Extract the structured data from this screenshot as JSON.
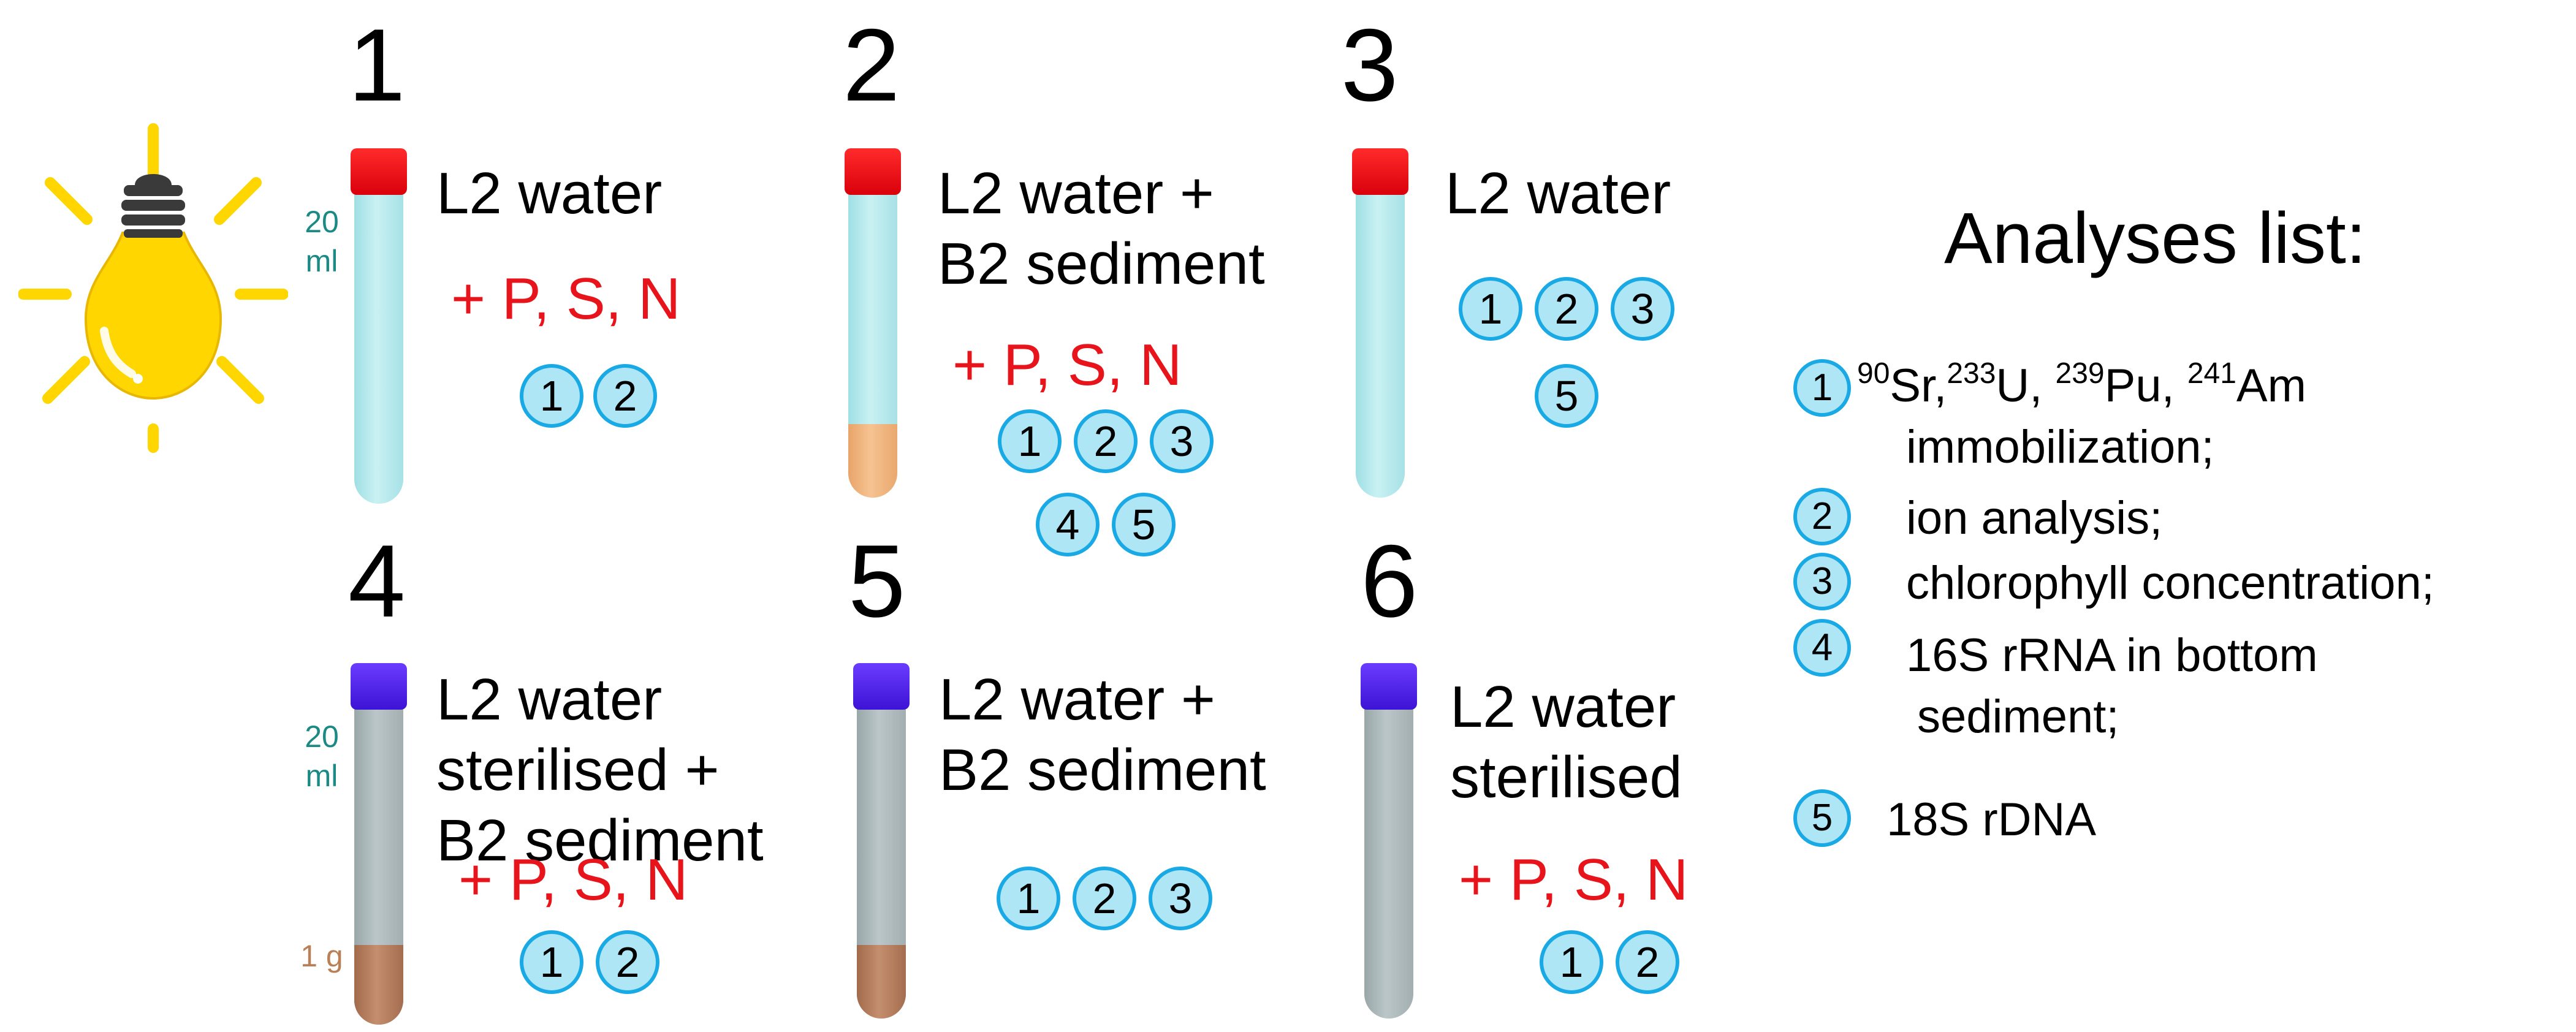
{
  "experiments": [
    {
      "number": "1",
      "label_lines": [
        "L2 water"
      ],
      "additives": "+ P, S, N",
      "volume_lines": [
        "20",
        "ml"
      ],
      "sediment_mass": "",
      "analyses": [
        "1",
        "2"
      ]
    },
    {
      "number": "2",
      "label_lines": [
        "L2 water +",
        "B2 sediment"
      ],
      "additives": "+ P, S, N",
      "volume_lines": [],
      "sediment_mass": "",
      "analyses": [
        "1",
        "2",
        "3",
        "4",
        "5"
      ]
    },
    {
      "number": "3",
      "label_lines": [
        "L2 water"
      ],
      "additives": "",
      "volume_lines": [],
      "sediment_mass": "",
      "analyses": [
        "1",
        "2",
        "3",
        "5"
      ]
    },
    {
      "number": "4",
      "label_lines": [
        "L2 water",
        "sterilised +",
        "B2 sediment"
      ],
      "additives": "+ P, S, N",
      "volume_lines": [
        "20",
        "ml"
      ],
      "sediment_mass": "1 g",
      "analyses": [
        "1",
        "2"
      ]
    },
    {
      "number": "5",
      "label_lines": [
        "L2 water +",
        "B2 sediment"
      ],
      "additives": "",
      "volume_lines": [],
      "sediment_mass": "",
      "analyses": [
        "1",
        "2",
        "3"
      ]
    },
    {
      "number": "6",
      "label_lines": [
        "L2 water",
        "sterilised"
      ],
      "additives": "+ P, S, N",
      "volume_lines": [],
      "sediment_mass": "",
      "analyses": [
        "1",
        "2"
      ]
    }
  ],
  "legend": {
    "title": "Analyses list:",
    "items": [
      {
        "number": "1",
        "text_parts": [
          {
            "sup": "90",
            "base": "Sr,"
          },
          {
            "sup": "233",
            "base": "U, "
          },
          {
            "sup": "239",
            "base": "Pu, "
          },
          {
            "sup": "241",
            "base": "Am"
          }
        ],
        "text_line2": "immobilization;"
      },
      {
        "number": "2",
        "text": "ion analysis;"
      },
      {
        "number": "3",
        "text": "chlorophyll concentration;"
      },
      {
        "number": "4",
        "text": "16S rRNA in bottom",
        "text_line2": "sediment;"
      },
      {
        "number": "5",
        "text": "18S rDNA"
      }
    ]
  },
  "icons": [
    "light-bulb-icon"
  ],
  "colors": {
    "additive_red": "#e8141b",
    "circle_fill": "#aee6f6",
    "circle_border": "#19a9e5",
    "cap_red": "#ff2b2b",
    "cap_purple": "#4a1fe6",
    "bulb_yellow": "#ffd600",
    "volume_teal": "#1b8a84",
    "mass_brown": "#b98058"
  }
}
